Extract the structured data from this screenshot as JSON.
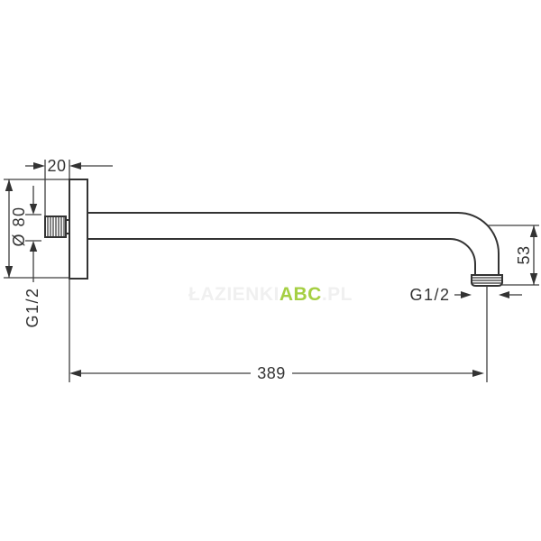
{
  "drawing": {
    "title": "shower-arm-technical-drawing",
    "line_color": "#333333",
    "dimensions": {
      "plate_depth": "20",
      "flange_diameter": "Ø 80",
      "wall_thread": "G1/2",
      "outlet_thread": "G1/2",
      "drop_height": "53",
      "arm_length": "389"
    }
  },
  "watermark": {
    "prefix": "ŁAZIENKI",
    "brand": "ABC",
    "suffix": ".PL",
    "brand_color": "#a5cf43",
    "faint_color": "#f0f0f0"
  }
}
